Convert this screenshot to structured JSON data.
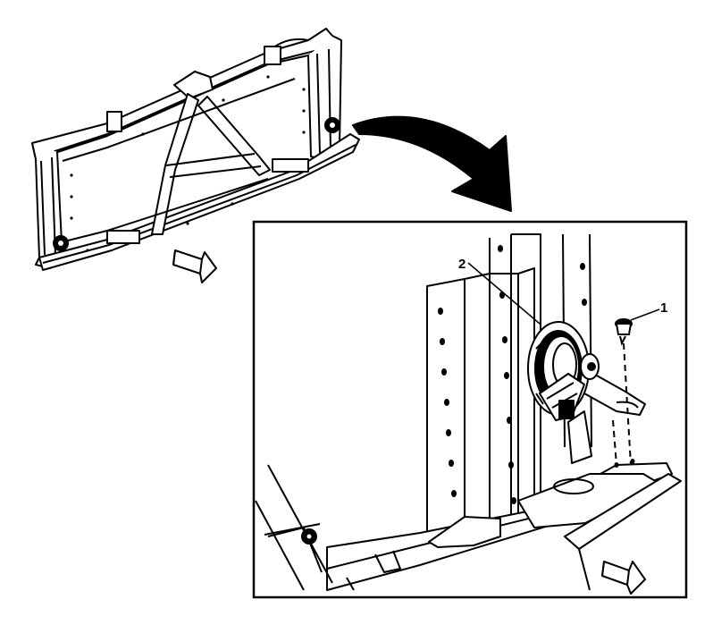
{
  "diagram": {
    "callouts": [
      {
        "id": "1",
        "label": "1",
        "part": "fastener"
      },
      {
        "id": "2",
        "label": "2",
        "part": "horn"
      }
    ],
    "icons": {
      "overview_direction": "front-direction-arrow-icon",
      "detail_direction": "front-direction-arrow-icon",
      "zoom": "curved-zoom-arrow-icon"
    },
    "colors": {
      "line": "#000000",
      "background": "#ffffff"
    }
  }
}
